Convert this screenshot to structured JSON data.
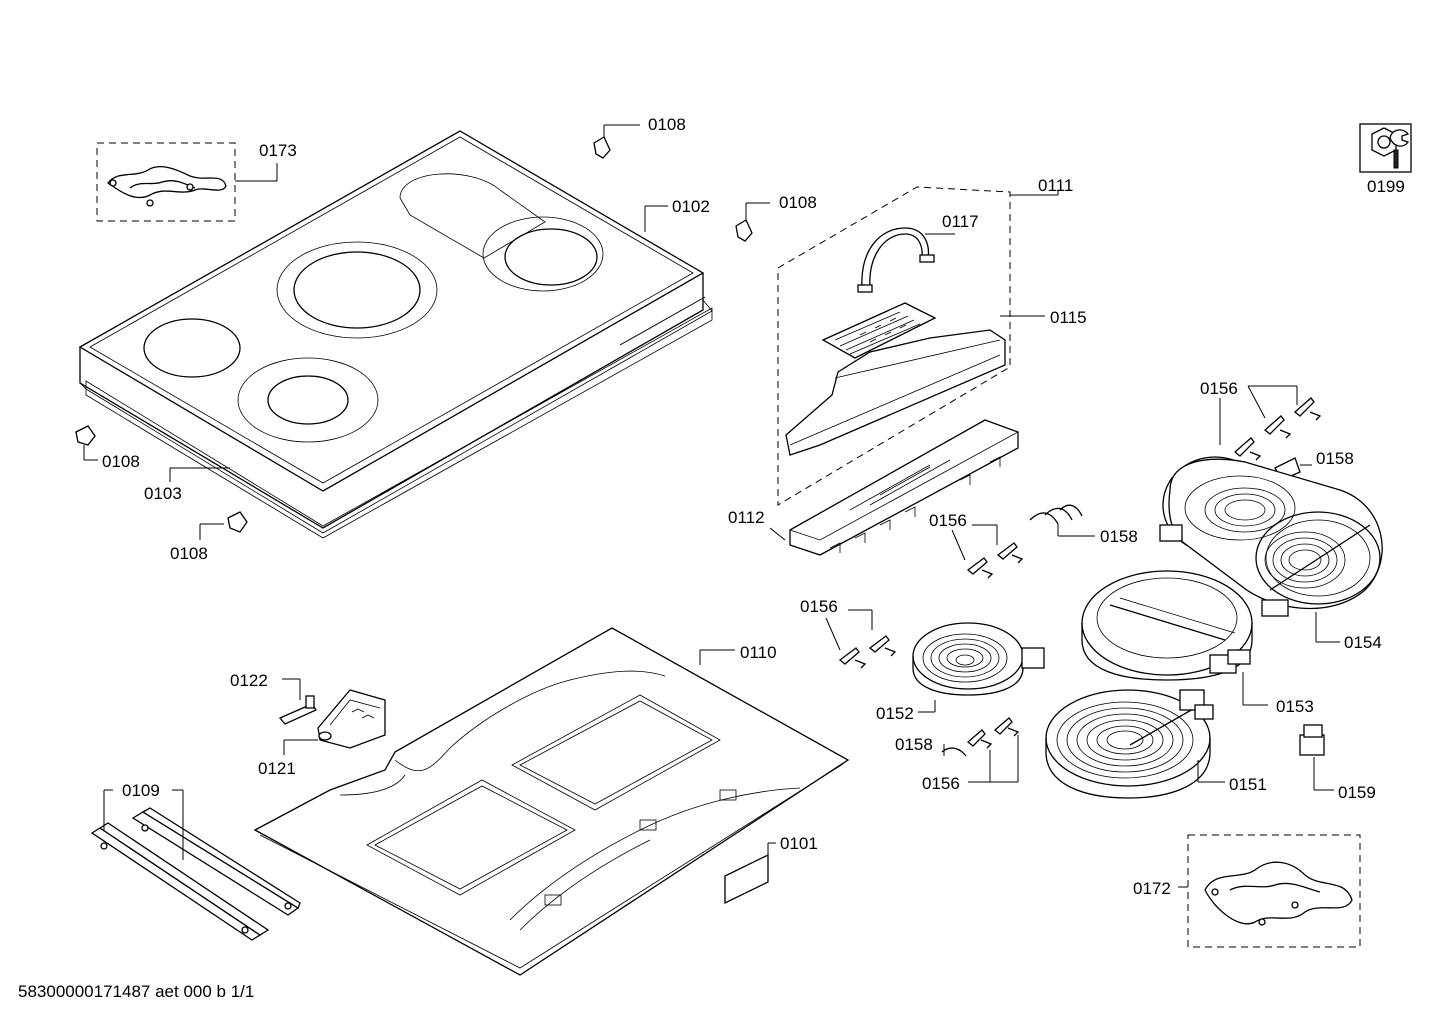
{
  "labels": {
    "l0101": "0101",
    "l0102": "0102",
    "l0103": "0103",
    "l0108a": "0108",
    "l0108b": "0108",
    "l0108c": "0108",
    "l0108d": "0108",
    "l0109": "0109",
    "l0110": "0110",
    "l0111": "0111",
    "l0112": "0112",
    "l0115": "0115",
    "l0117": "0117",
    "l0121": "0121",
    "l0122": "0122",
    "l0151": "0151",
    "l0152": "0152",
    "l0153": "0153",
    "l0154": "0154",
    "l0156a": "0156",
    "l0156b": "0156",
    "l0156c": "0156",
    "l0156d": "0156",
    "l0158a": "0158",
    "l0158b": "0158",
    "l0158c": "0158",
    "l0159": "0159",
    "l0172": "0172",
    "l0173": "0173",
    "l0199": "0199"
  },
  "footer": "58300000171487 aet 000 b 1/1",
  "icons": {
    "tool": "wrench-nut-icon"
  }
}
